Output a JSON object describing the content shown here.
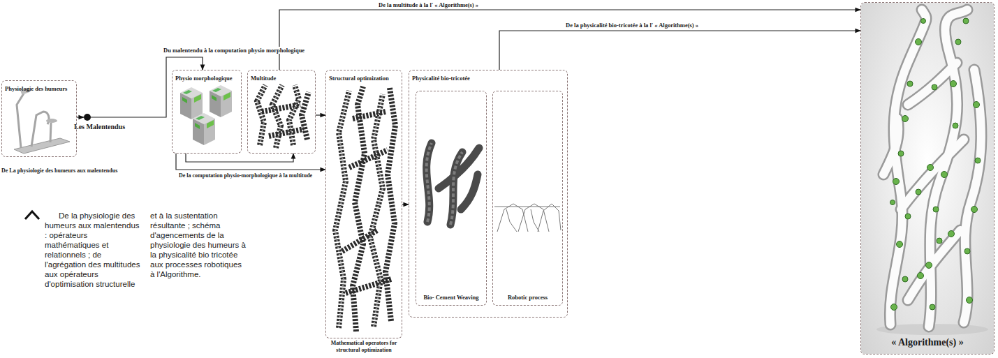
{
  "diagram": {
    "caption": "De la physiologie des humeurs aux malentendus : opérateurs mathématiques et relationnels ; de l'agrégation des multitudes aux opérateurs d'optimisation structurelle et à la sustentation résultante ; schéma d'agencements de la physiologie des humeurs à la physicalité bio tricotée aux processes robotiques à l'Algorithme.",
    "nodes": [
      {
        "text": [
          "Physiologie des humeurs"
        ]
      },
      {
        "text": [
          "Les Malentendus"
        ]
      },
      {
        "text": [
          "Physio morphologique"
        ]
      },
      {
        "text": [
          "Multitude"
        ]
      },
      {
        "text": [
          "Structural optimization",
          "Mathematical operators for structural optimization"
        ]
      },
      {
        "text": [
          "Physicalité bio-tricotée"
        ]
      },
      {
        "text": [
          "Bio- Cement Weaving"
        ],
        "in": 5
      },
      {
        "text": [
          "Robotic process"
        ],
        "in": 5
      },
      {
        "text": [
          "« Algorithme(s) »"
        ]
      }
    ],
    "edges": [
      {
        "from": 0,
        "to": 1,
        "arrow": "to"
      },
      {
        "from": 1,
        "to": 2,
        "label": "Du malentendu à la computation physio morphologique",
        "arrow": "to"
      },
      {
        "from": 2,
        "to": 3,
        "label": "De la computation physio-morphologique à la multitude",
        "arrow": "to"
      },
      {
        "from": 2,
        "to": 4,
        "arrow": "to"
      },
      {
        "from": 3,
        "to": 4,
        "arrow": "to"
      },
      {
        "from": 3,
        "to": 8,
        "label": "De la multitude à la l' « Algorithme(s) »",
        "arrow": "to"
      },
      {
        "from": 4,
        "to": 5,
        "arrow": "to"
      },
      {
        "from": 5,
        "to": 8,
        "label": "De la physicalité bio-tricotée à la l' « Algorithme(s) »",
        "arrow": "to"
      }
    ],
    "labels": [
      "De La physiologie des humeurs aux malentendus"
    ]
  }
}
